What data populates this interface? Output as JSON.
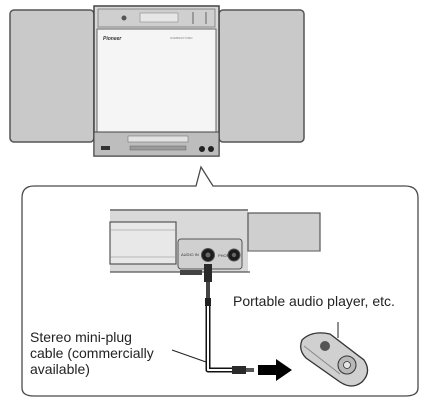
{
  "device": {
    "brand": "Pioneer",
    "cd_window_text": "COMPACT DISC"
  },
  "detail": {
    "audio_in_label": "AUDIO IN",
    "headphone_label": "PHONES"
  },
  "callouts": {
    "player_label": "Portable audio player, etc.",
    "cable_line1": "Stereo mini-plug",
    "cable_line2": "cable (commercially",
    "cable_line3": "available)"
  },
  "colors": {
    "panel": "#c8c8c8",
    "frame": "#4a4a4a",
    "arrow": "#000000"
  }
}
